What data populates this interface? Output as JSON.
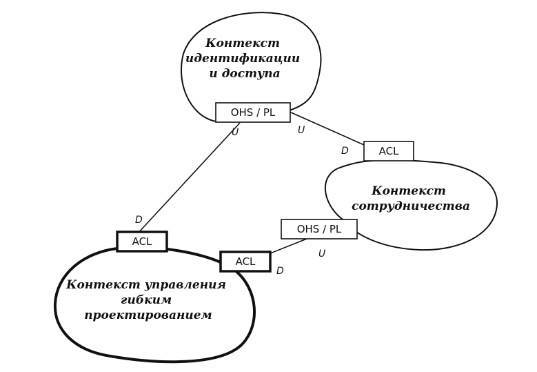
{
  "contexts": {
    "identity": {
      "lines": [
        "Контекст",
        "идентификации",
        "и доступа"
      ]
    },
    "collaboration": {
      "lines": [
        "Контекст",
        "сотрудничества"
      ]
    },
    "agile": {
      "lines": [
        "Контекст управления",
        "гибким",
        "проектированием"
      ]
    }
  },
  "boxes": {
    "identity_ohs": "OHS / PL",
    "collab_acl": "ACL",
    "collab_ohs": "OHS / PL",
    "agile_acl_top": "ACL",
    "agile_acl_right": "ACL"
  },
  "relations": {
    "identity_to_agile_upstream": "U",
    "identity_to_collab_upstream": "U",
    "collab_downstream": "D",
    "agile_downstream_top": "D",
    "collab_to_agile_upstream": "U",
    "agile_downstream_right": "D"
  }
}
